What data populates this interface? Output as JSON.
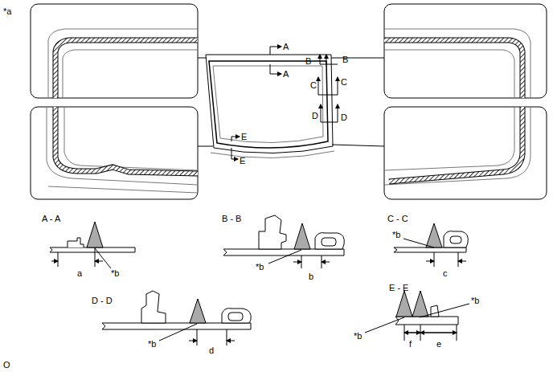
{
  "diagram": {
    "labels": [
      "*a",
      "A",
      "A",
      "B",
      "B",
      "C",
      "C",
      "D",
      "D",
      "E",
      "E",
      "A - A",
      "*b",
      "a",
      "B - B",
      "*b",
      "b",
      "C - C",
      "*b",
      "c",
      "D - D",
      "*b",
      "d",
      "E - E",
      "*b",
      "*b",
      "f",
      "e",
      "O"
    ]
  }
}
